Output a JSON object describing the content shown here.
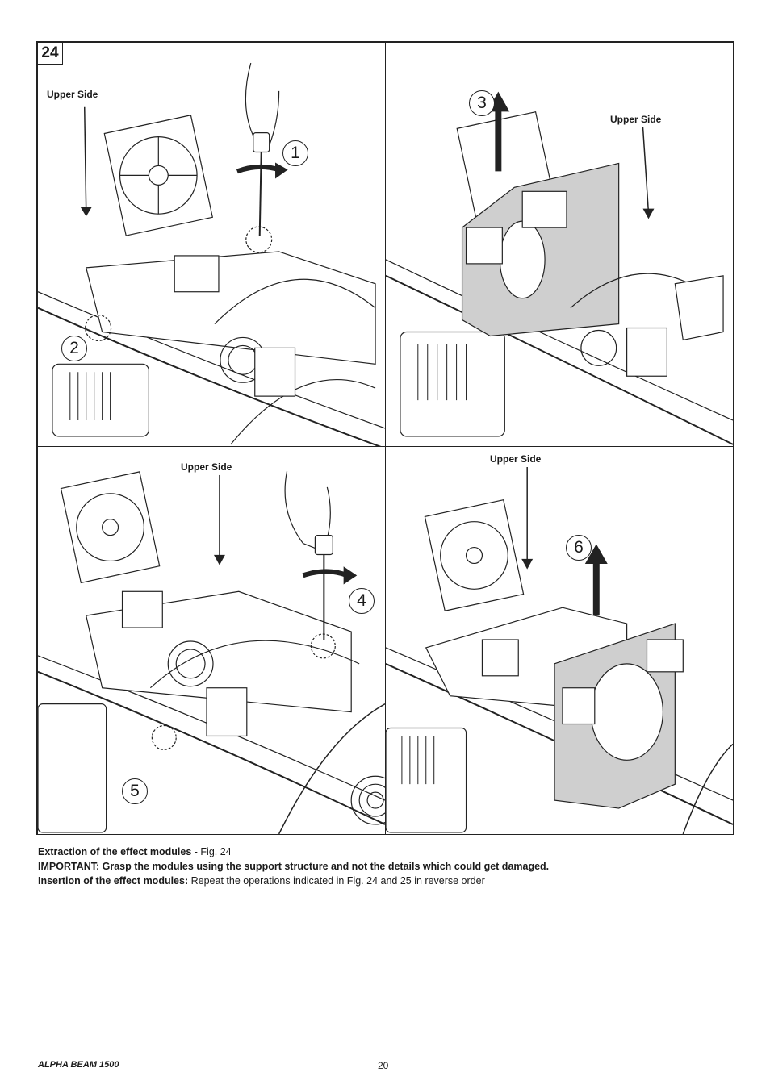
{
  "figure": {
    "number": "24",
    "panels": [
      {
        "upper_side_label": "Upper Side",
        "steps": [
          "1",
          "2"
        ]
      },
      {
        "upper_side_label": "Upper Side",
        "steps": [
          "3"
        ]
      },
      {
        "upper_side_label": "Upper Side",
        "steps": [
          "4",
          "5"
        ]
      },
      {
        "upper_side_label": "Upper Side",
        "steps": [
          "6"
        ]
      }
    ]
  },
  "caption": {
    "line1_bold": "Extraction of the effect modules",
    "line1_rest": " - Fig. 24",
    "line2_bold": "IMPORTANT: Grasp the modules using the support structure and not the details which could get damaged.",
    "line3_bold": "Insertion of the effect modules:",
    "line3_rest": " Repeat the operations indicated in Fig. 24 and 25 in reverse order"
  },
  "footer": {
    "title": "ALPHA BEAM 1500",
    "page_number": "20"
  },
  "colors": {
    "highlight_plate": "#cfcfcf",
    "line": "#222222"
  }
}
